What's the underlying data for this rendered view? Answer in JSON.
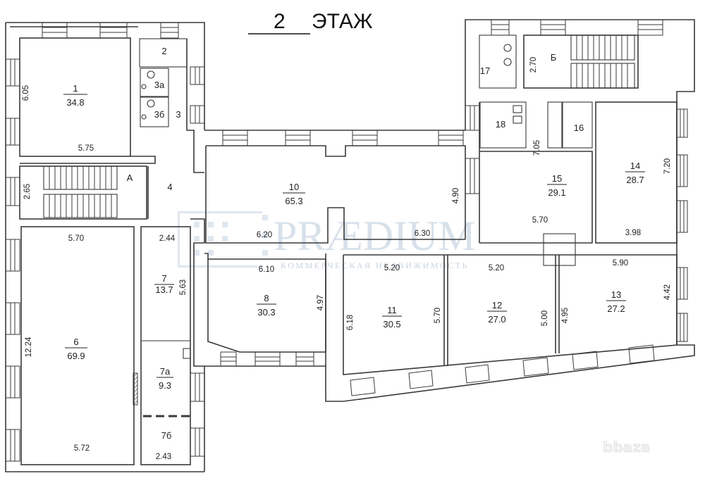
{
  "header": {
    "floor_number": "2",
    "floor_word": "ЭТАЖ"
  },
  "watermark": {
    "brand": "PRÆDIUM",
    "subtitle": "КОММЕРЧЕСКАЯ НЕДВИЖИМОСТЬ",
    "corner_logo": "bbaza"
  },
  "rooms": {
    "r1": {
      "number": "1",
      "area": "34.8"
    },
    "r2": {
      "number": "2"
    },
    "r3": {
      "number": "3"
    },
    "r3a": {
      "number": "3а"
    },
    "r3b": {
      "number": "3б"
    },
    "r4": {
      "number": "4"
    },
    "r6": {
      "number": "6",
      "area": "69.9"
    },
    "r7": {
      "number": "7",
      "area": "13.7"
    },
    "r7a": {
      "number": "7а",
      "area": "9.3"
    },
    "r7b": {
      "number": "7б"
    },
    "r8": {
      "number": "8",
      "area": "30.3"
    },
    "r10": {
      "number": "10",
      "area": "65.3"
    },
    "r11": {
      "number": "11",
      "area": "30.5"
    },
    "r12": {
      "number": "12",
      "area": "27.0"
    },
    "r13": {
      "number": "13",
      "area": "27.2"
    },
    "r14": {
      "number": "14",
      "area": "28.7"
    },
    "r15": {
      "number": "15",
      "area": "29.1"
    },
    "r16": {
      "number": "16"
    },
    "r17": {
      "number": "17"
    },
    "r18": {
      "number": "18"
    },
    "stairA": {
      "number": "А"
    },
    "stairB": {
      "number": "Б"
    }
  },
  "dimensions": {
    "r1_height": "6.05",
    "r1_width": "5.75",
    "stairA_height": "2.65",
    "r6_top": "5.70",
    "r6_height": "12.24",
    "r6_bottom": "5.72",
    "r7_top": "2.44",
    "r7_height": "5.63",
    "r7b_bottom": "2.43",
    "r10_left": "6.20",
    "r10_right": "6.30",
    "r10_height": "4.90",
    "r8_top": "6.10",
    "r8_height": "4.97",
    "r11_top": "5.20",
    "r11_left": "6.18",
    "r11_right": "5.70",
    "r12_top": "5.20",
    "r12_right": "5.00",
    "r13_left": "4.95",
    "r13_top": "5.90",
    "r13_right": "4.42",
    "r15_height": "7.05",
    "r15_bottom": "5.70",
    "r14_height": "7.20",
    "r14_bottom": "3.98",
    "stairB_height": "2.70"
  }
}
